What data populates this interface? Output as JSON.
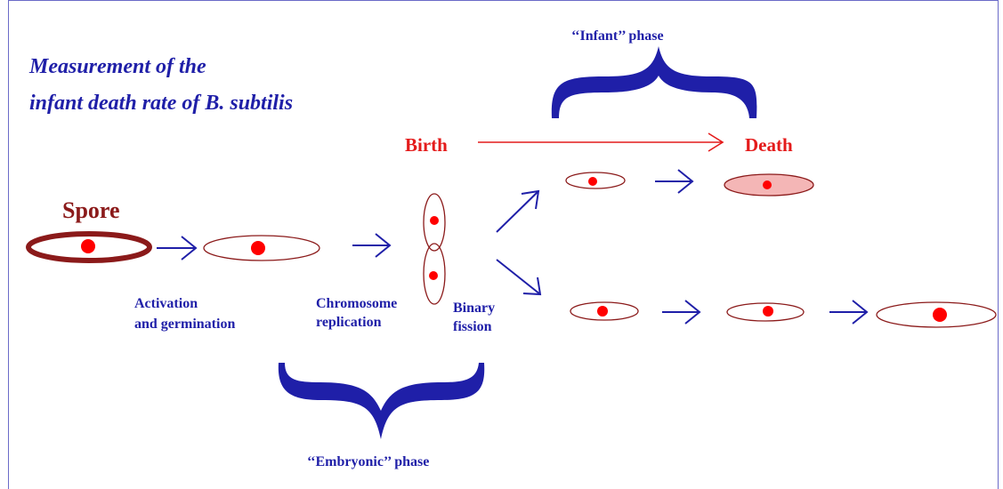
{
  "title": {
    "line1": "Measurement of the",
    "line2": "infant death rate of B. subtilis"
  },
  "labels": {
    "spore": "Spore",
    "birth": "Birth",
    "death": "Death",
    "infant_phase": "‘‘Infant’’ phase",
    "embryonic_phase": "‘‘Embryonic’’ phase",
    "activation_line1": "Activation",
    "activation_line2": "and germination",
    "chromosome_line1": "Chromosome",
    "chromosome_line2": "replication",
    "binary_line1": "Binary",
    "binary_line2": "fission"
  },
  "colors": {
    "blue": "#1f1fa8",
    "red": "#e41b1b",
    "dark_red": "#8b1a1a",
    "dead_cell_fill": "#f4b6b6"
  }
}
